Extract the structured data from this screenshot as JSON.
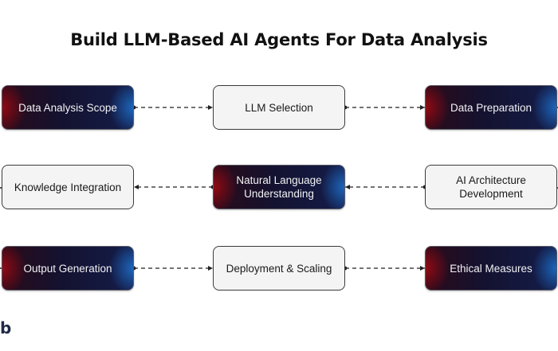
{
  "title": "Build LLM-Based AI Agents For Data Analysis",
  "colors": {
    "dark_node_base": "#141230",
    "dark_node_red_glow": "#960a14",
    "dark_node_blue_glow": "#1e6ec8",
    "light_node_fill": "#f4f4f4",
    "connector": "#222222"
  },
  "nodes": [
    {
      "id": "data-analysis-scope",
      "label": "Data Analysis Scope",
      "style": "dark",
      "row": 1,
      "col": 1
    },
    {
      "id": "llm-selection",
      "label": "LLM Selection",
      "style": "light",
      "row": 1,
      "col": 2
    },
    {
      "id": "data-preparation",
      "label": "Data Preparation",
      "style": "dark",
      "row": 1,
      "col": 3
    },
    {
      "id": "knowledge-integration",
      "label": "Knowledge Integration",
      "style": "light",
      "row": 2,
      "col": 1
    },
    {
      "id": "natural-language-understanding",
      "label": "Natural Language Understanding",
      "lines": [
        "Natural Language",
        "Understanding"
      ],
      "style": "dark",
      "row": 2,
      "col": 2
    },
    {
      "id": "ai-architecture-development",
      "label": "AI Architecture Development",
      "lines": [
        "AI Architecture",
        "Development"
      ],
      "style": "light",
      "row": 2,
      "col": 3
    },
    {
      "id": "output-generation",
      "label": "Output Generation",
      "style": "dark",
      "row": 3,
      "col": 1
    },
    {
      "id": "deployment-scaling",
      "label": "Deployment & Scaling",
      "style": "light",
      "row": 3,
      "col": 2
    },
    {
      "id": "ethical-measures",
      "label": "Ethical Measures",
      "style": "dark",
      "row": 3,
      "col": 3
    }
  ],
  "edges": [
    {
      "from": "data-analysis-scope",
      "to": "llm-selection",
      "style": "dashed"
    },
    {
      "from": "llm-selection",
      "to": "data-preparation",
      "style": "dashed"
    },
    {
      "from": "ai-architecture-development",
      "to": "natural-language-understanding",
      "style": "dashed"
    },
    {
      "from": "natural-language-understanding",
      "to": "knowledge-integration",
      "style": "dashed"
    },
    {
      "from": "output-generation",
      "to": "deployment-scaling",
      "style": "dashed"
    },
    {
      "from": "deployment-scaling",
      "to": "ethical-measures",
      "style": "dashed"
    }
  ],
  "footer_logo_fragment": "b"
}
